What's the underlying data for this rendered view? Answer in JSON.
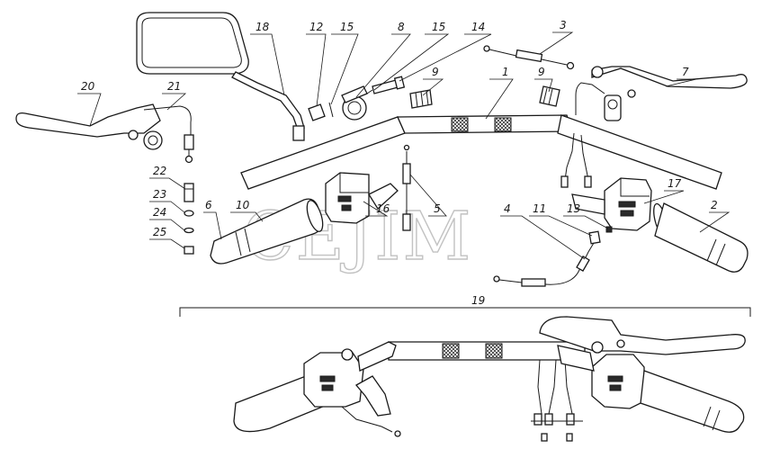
{
  "watermark": "CEJIM",
  "callouts": {
    "c1": "1",
    "c2": "2",
    "c3": "3",
    "c4": "4",
    "c5": "5",
    "c6": "6",
    "c7": "7",
    "c8": "8",
    "c9a": "9",
    "c9b": "9",
    "c10": "10",
    "c11": "11",
    "c12": "12",
    "c13": "13",
    "c14": "14",
    "c15a": "15",
    "c15b": "15",
    "c16": "16",
    "c17": "17",
    "c18": "18",
    "c19": "19",
    "c20": "20",
    "c21": "21",
    "c22": "22",
    "c23": "23",
    "c24": "24",
    "c25": "25"
  },
  "colors": {
    "line": "#1a1a1a",
    "watermark": "#c2c2c2",
    "background": "#ffffff"
  }
}
